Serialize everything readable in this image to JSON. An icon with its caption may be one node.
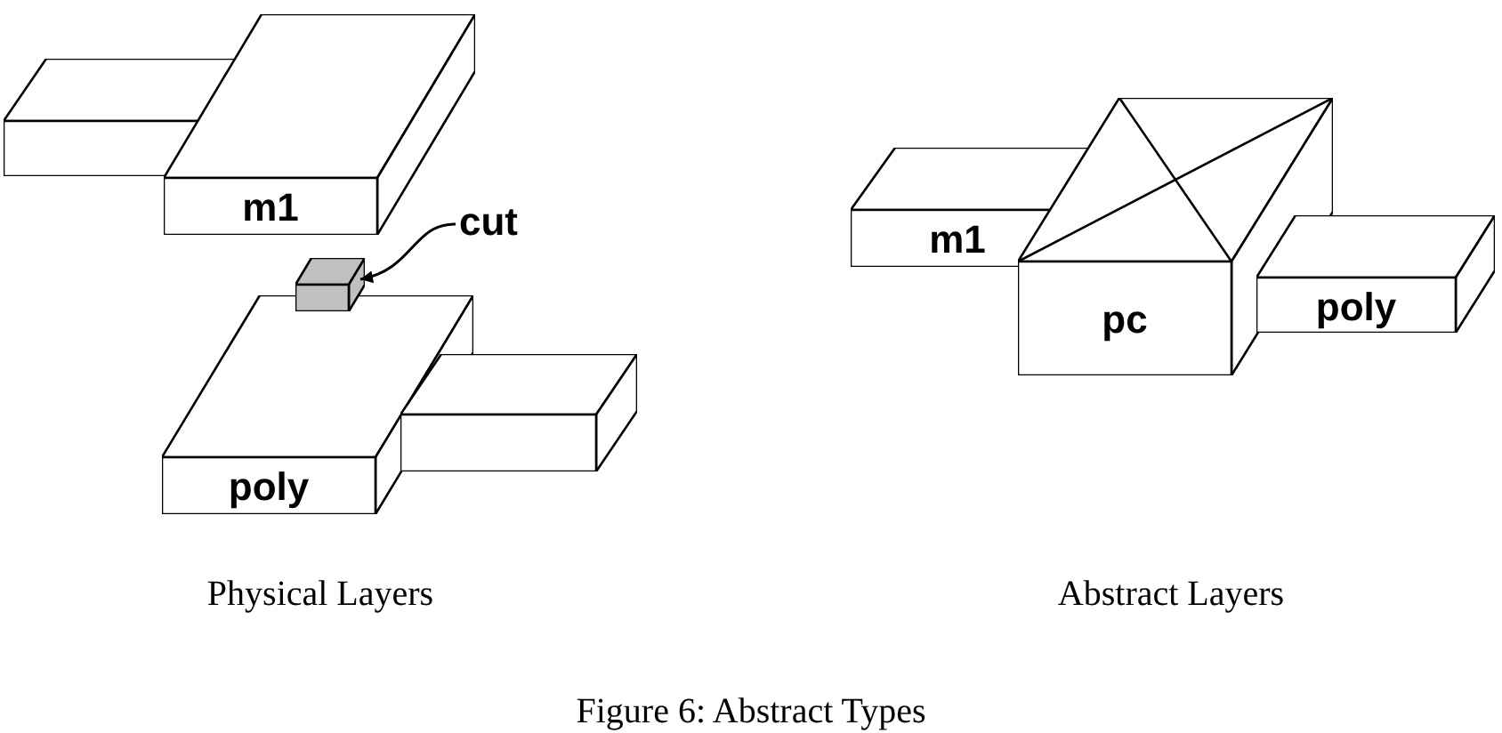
{
  "diagram": {
    "caption": "Figure 6: Abstract Types",
    "nodes": [
      {
        "text": [],
        "shape": "box"
      },
      {
        "text": [
          "m1"
        ]
      },
      {
        "text": [
          "cut"
        ]
      },
      {
        "text": [],
        "shape": "box"
      },
      {
        "text": [
          "poly"
        ]
      },
      {
        "text": [],
        "shape": "box"
      },
      {
        "text": [
          "m1"
        ]
      },
      {
        "text": [
          "pc"
        ]
      },
      {
        "text": [
          "poly"
        ]
      }
    ],
    "edges": [
      {
        "from": 2,
        "to": 3,
        "arrow": "to"
      }
    ],
    "labels": [
      "Physical Layers",
      "Abstract Layers"
    ]
  }
}
